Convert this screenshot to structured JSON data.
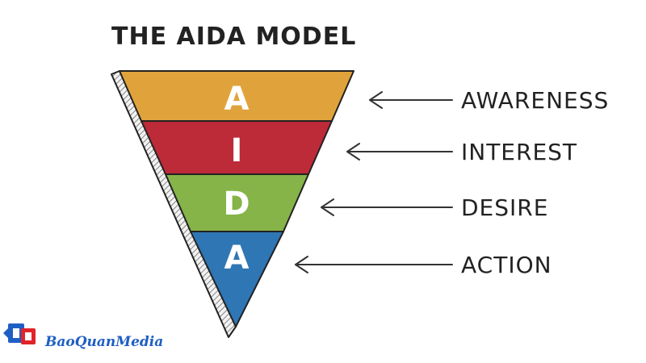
{
  "title": "THE AIDA MODEL",
  "stages": [
    {
      "letter": "A",
      "label": "AWARENESS",
      "color": "#E0A33C"
    },
    {
      "letter": "I",
      "label": "INTEREST",
      "color": "#BD2A38"
    },
    {
      "letter": "D",
      "label": "DESIRE",
      "color": "#86B449"
    },
    {
      "letter": "A",
      "label": "ACTION",
      "color": "#2F76B4"
    }
  ],
  "brand": {
    "name": "BaoQuanMedia",
    "logo_icon": "bq-logo-icon",
    "primary_color": "#1F5FC4",
    "accent_color": "#E0242A"
  }
}
